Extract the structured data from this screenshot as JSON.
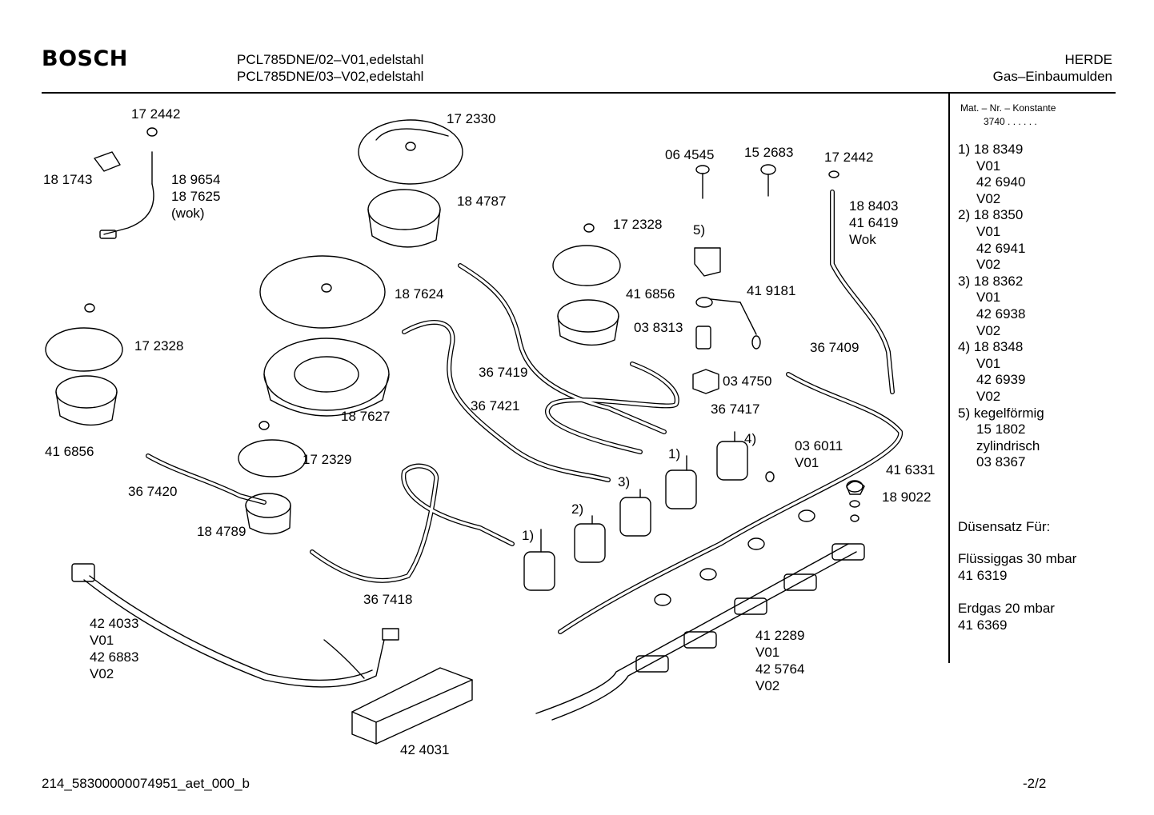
{
  "header": {
    "brand": "BOSCH",
    "model_lines": [
      "PCL785DNE/02–V01,edelstahl",
      "PCL785DNE/03–V02,edelstahl"
    ],
    "category": "HERDE",
    "subcategory": "Gas–Einbaumulden"
  },
  "sidebar": {
    "konstante_label": "Mat. – Nr. – Konstante",
    "konstante_value": "3740  .  .   .  .  .  .",
    "variants": [
      "1)  18 8349",
      "V01",
      "42 6940",
      "V02",
      "2)  18 8350",
      "V01",
      "42 6941",
      "V02",
      "3)  18 8362",
      "V01",
      "42 6938",
      "V02",
      "4)  18 8348",
      "V01",
      "42 6939",
      "V02",
      "5)  kegelförmig",
      "15 1802",
      "zylindrisch",
      "03 8367"
    ],
    "nozzle_set_title": "Düsensatz Für:",
    "nozzle_sets": [
      {
        "gas": "Flüssiggas 30 mbar",
        "part": "41 6319"
      },
      {
        "gas": "Erdgas 20 mbar",
        "part": "41 6369"
      }
    ]
  },
  "callouts": [
    "17 2442",
    "18 1743",
    "18 9654",
    "18 7625",
    "(wok)",
    "17 2330",
    "18 4787",
    "06 4545",
    "15 2683",
    "17 2442",
    "18 8403",
    "41 6419",
    "Wok",
    "17 2328",
    "5)",
    "18 7624",
    "41 6856",
    "41 9181",
    "03 8313",
    "36 7409",
    "17 2328",
    "36 7419",
    "03 4750",
    "36 7417",
    "18 7627",
    "36 7421",
    "03 6011",
    "V01",
    "4)",
    "1)",
    "41 6856",
    "17 2329",
    "41 6331",
    "3)",
    "36 7420",
    "18 9022",
    "2)",
    "18 4789",
    "1)",
    "36 7418",
    "42 4033",
    "V01",
    "42 6883",
    "V02",
    "41 2289",
    "V01",
    "42 5764",
    "V02",
    "42 4031"
  ],
  "footer": {
    "document_id": "214_58300000074951_aet_000_b",
    "page": "-2/2"
  }
}
